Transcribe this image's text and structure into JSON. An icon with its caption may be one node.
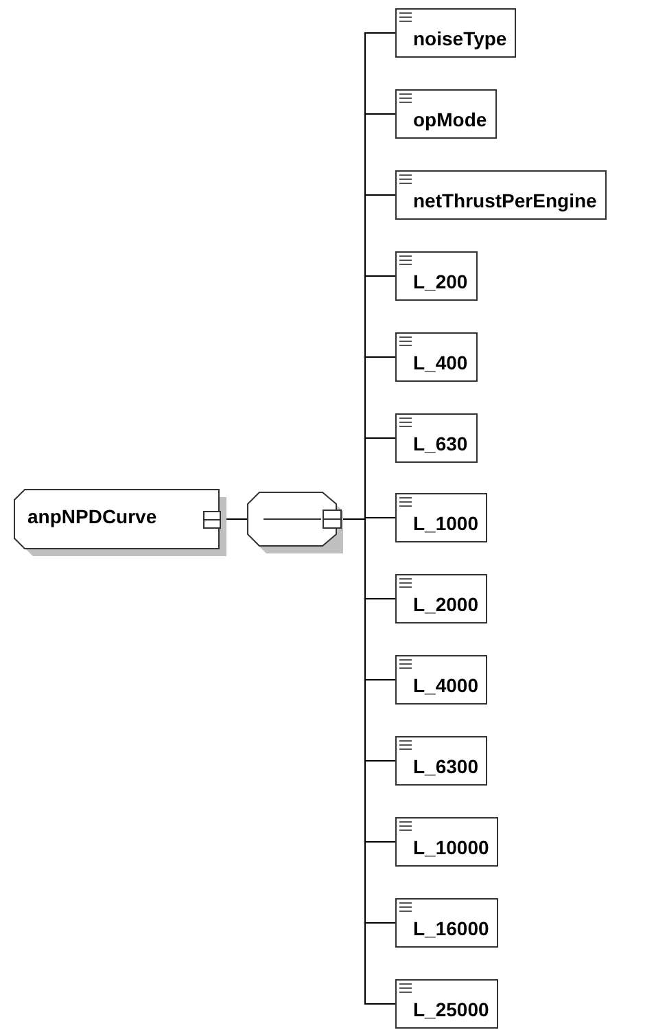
{
  "diagram": {
    "nodes": [
      {
        "text": [
          "anpNPDCurve"
        ]
      },
      {
        "text": [],
        "shape": "octagon"
      },
      {
        "text": [
          "noiseType"
        ]
      },
      {
        "text": [
          "opMode"
        ]
      },
      {
        "text": [
          "netThrustPerEngine"
        ]
      },
      {
        "text": [
          "L_200"
        ]
      },
      {
        "text": [
          "L_400"
        ]
      },
      {
        "text": [
          "L_630"
        ]
      },
      {
        "text": [
          "L_1000"
        ]
      },
      {
        "text": [
          "L_2000"
        ]
      },
      {
        "text": [
          "L_4000"
        ]
      },
      {
        "text": [
          "L_6300"
        ]
      },
      {
        "text": [
          "L_10000"
        ]
      },
      {
        "text": [
          "L_16000"
        ]
      },
      {
        "text": [
          "L_25000"
        ]
      }
    ],
    "edges": [
      {
        "from": 0,
        "to": 1,
        "arrow": "none"
      },
      {
        "from": 1,
        "to": 2,
        "arrow": "none"
      },
      {
        "from": 1,
        "to": 3,
        "arrow": "none"
      },
      {
        "from": 1,
        "to": 4,
        "arrow": "none"
      },
      {
        "from": 1,
        "to": 5,
        "arrow": "none"
      },
      {
        "from": 1,
        "to": 6,
        "arrow": "none"
      },
      {
        "from": 1,
        "to": 7,
        "arrow": "none"
      },
      {
        "from": 1,
        "to": 8,
        "arrow": "none"
      },
      {
        "from": 1,
        "to": 9,
        "arrow": "none"
      },
      {
        "from": 1,
        "to": 10,
        "arrow": "none"
      },
      {
        "from": 1,
        "to": 11,
        "arrow": "none"
      },
      {
        "from": 1,
        "to": 12,
        "arrow": "none"
      },
      {
        "from": 1,
        "to": 13,
        "arrow": "none"
      },
      {
        "from": 1,
        "to": 14,
        "arrow": "none"
      }
    ]
  }
}
